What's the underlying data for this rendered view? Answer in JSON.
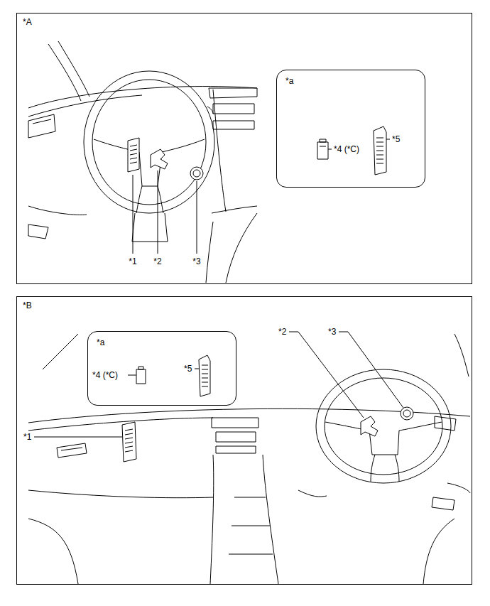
{
  "diagram": {
    "nodes": [
      {
        "text": [
          "*A"
        ]
      },
      {
        "text": [
          "*a"
        ],
        "in": 0
      },
      {
        "text": [
          "*B"
        ]
      },
      {
        "text": [
          "*a"
        ],
        "in": 2
      }
    ],
    "labels": [
      "*4 (*C)",
      "*5",
      "*1",
      "*2",
      "*3",
      "*4 (*C)",
      "*5",
      "*2",
      "*3",
      "*1"
    ]
  }
}
